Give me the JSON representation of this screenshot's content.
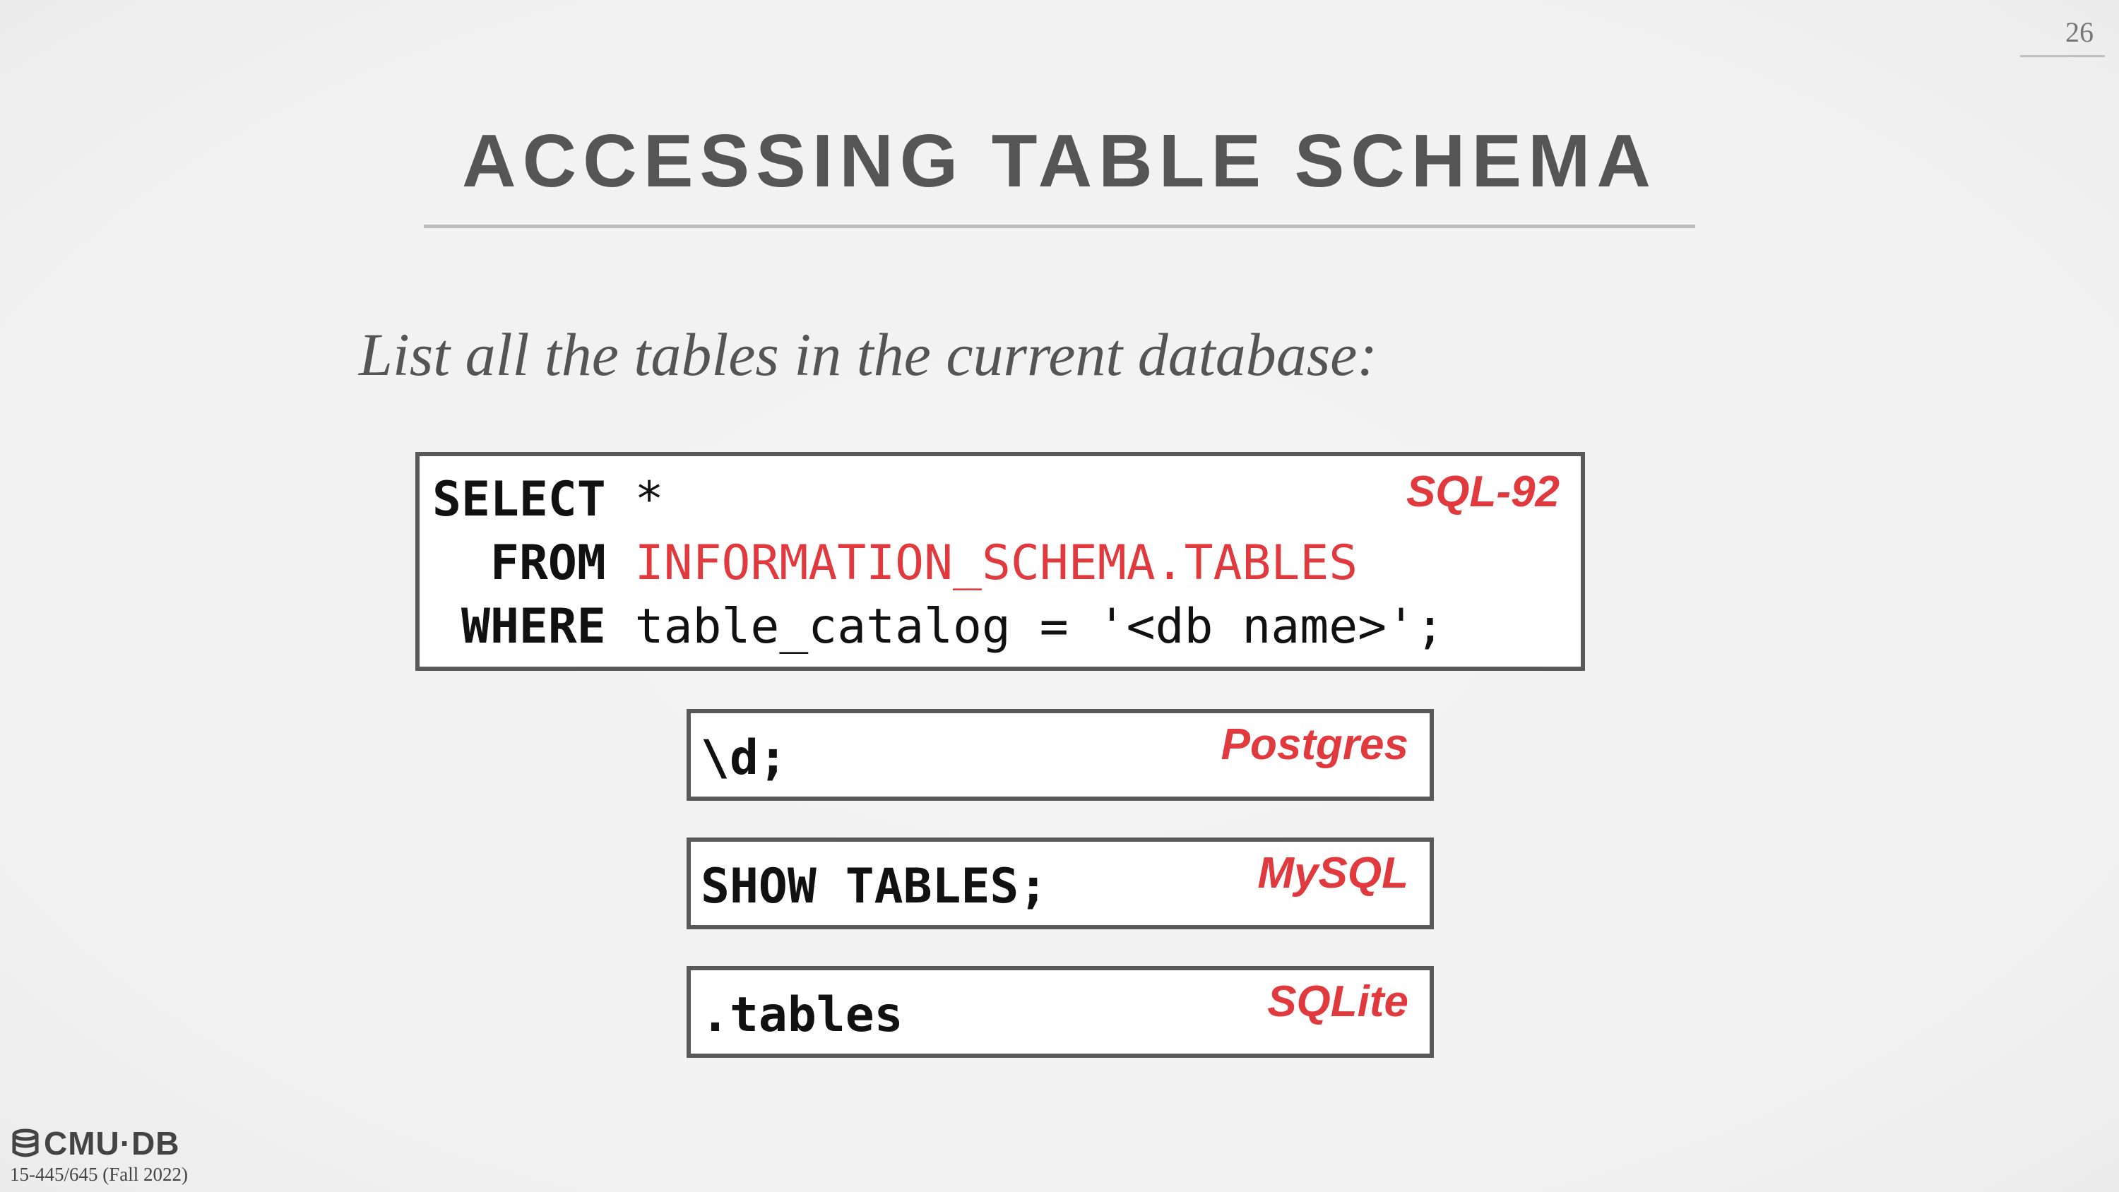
{
  "page_number": "26",
  "title": "ACCESSING TABLE SCHEMA",
  "subtitle": "List all the tables in the current database:",
  "sql92": {
    "tag": "SQL-92",
    "line1_kw": "SELECT",
    "line1_rest": " *",
    "line2_kw": "FROM",
    "line2_hl": "INFORMATION_SCHEMA.TABLES",
    "line3_kw": "WHERE",
    "line3_rest": " table_catalog = '<db name>';"
  },
  "postgres": {
    "tag": "Postgres",
    "code": "\\d;"
  },
  "mysql": {
    "tag": "MySQL",
    "code": "SHOW TABLES;"
  },
  "sqlite": {
    "tag": "SQLite",
    "code": ".tables"
  },
  "footer": {
    "logo_text": "CMU·DB",
    "course": "15-445/645 (Fall 2022)"
  },
  "colors": {
    "accent": "#e0393e",
    "title": "#555555",
    "box_border": "#595959"
  }
}
